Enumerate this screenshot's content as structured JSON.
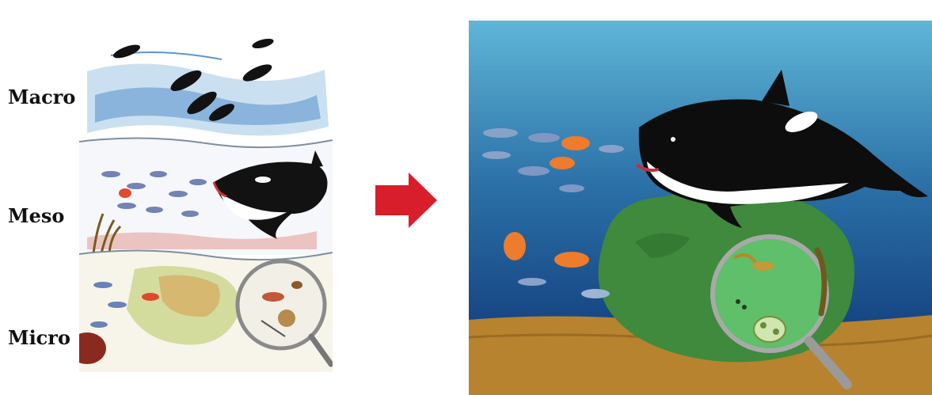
{
  "labels": {
    "macro": "Macro",
    "meso": "Meso",
    "micro": "Micro"
  },
  "icons": {
    "arrow": "right-arrow-icon",
    "magnifier": "magnifying-glass-icon",
    "orca": "orca-icon",
    "fish": "fish-icon"
  },
  "colors": {
    "arrow": "#d81e2a",
    "sea_top": "#5fb6d8",
    "sea_bottom": "#0c2f72",
    "seabed": "#b7832e",
    "plankton": "#3f8a3c"
  }
}
